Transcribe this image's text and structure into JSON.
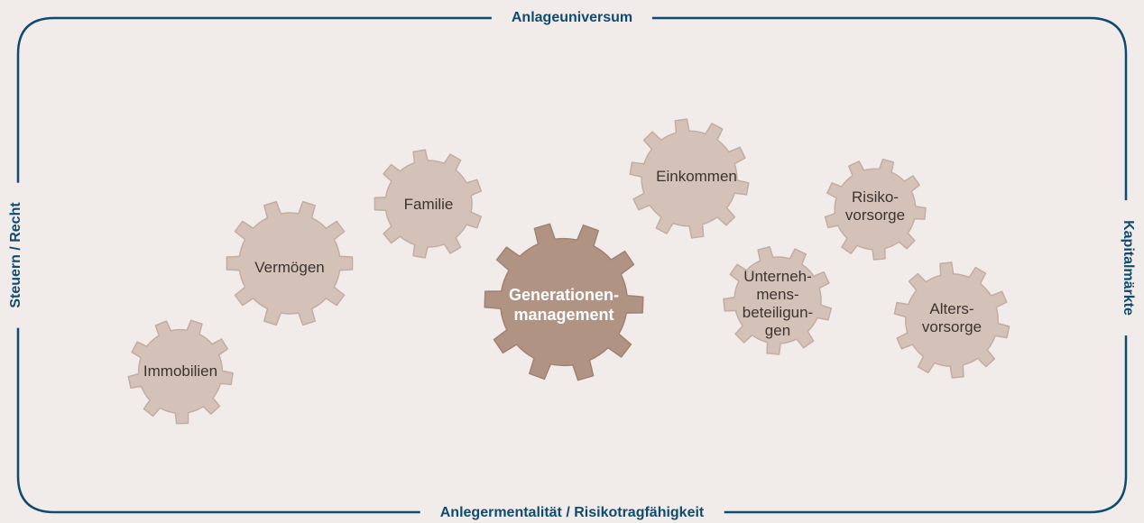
{
  "frame": {
    "top": "Anlageuniversum",
    "bottom": "Anlegermentalität / Risikotragfähigkeit",
    "left": "Steuern / Recht",
    "right": "Kapitalmärkte"
  },
  "gears": {
    "immobilien": [
      "Immobilien"
    ],
    "vermoegen": [
      "Vermögen"
    ],
    "familie": [
      "Familie"
    ],
    "generationen": [
      "Generationen-",
      "management"
    ],
    "einkommen": [
      "Einkommen"
    ],
    "unternehmens": [
      "Unterneh-",
      "mens-",
      "beteiligun-",
      "gen"
    ],
    "risiko": [
      "Risiko-",
      "vorsorge"
    ],
    "alters": [
      "Alters-",
      "vorsorge"
    ]
  },
  "colors": {
    "frame": "#0f4b6e",
    "background": "#f1ebe9",
    "gear_fill": "#d4c2b8",
    "gear_stroke": "#c3ada2",
    "center_gear_fill": "#b09383",
    "center_gear_stroke": "#a08272"
  }
}
